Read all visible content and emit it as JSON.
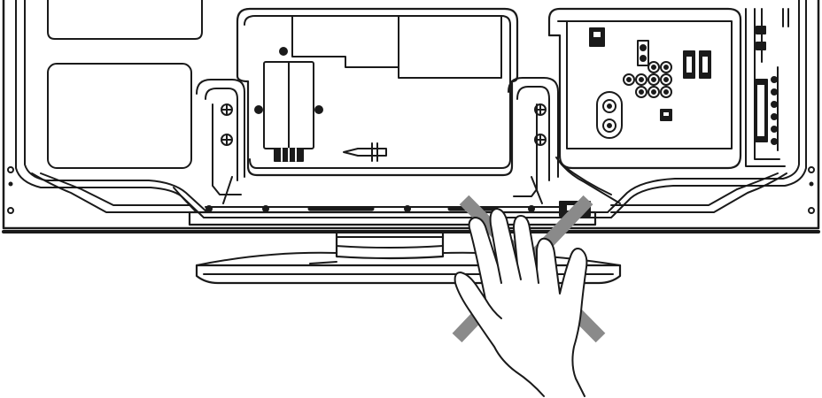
{
  "figure": {
    "subject": "tv-rear-stand-warning",
    "colors": {
      "line": "#1a1a1a",
      "background": "#ffffff",
      "warning_cross": "#8a8a8a"
    },
    "icons": [
      "tv-back-panel",
      "input-terminal-cluster",
      "stand-base",
      "hand-icon",
      "prohibited-cross-icon"
    ]
  }
}
